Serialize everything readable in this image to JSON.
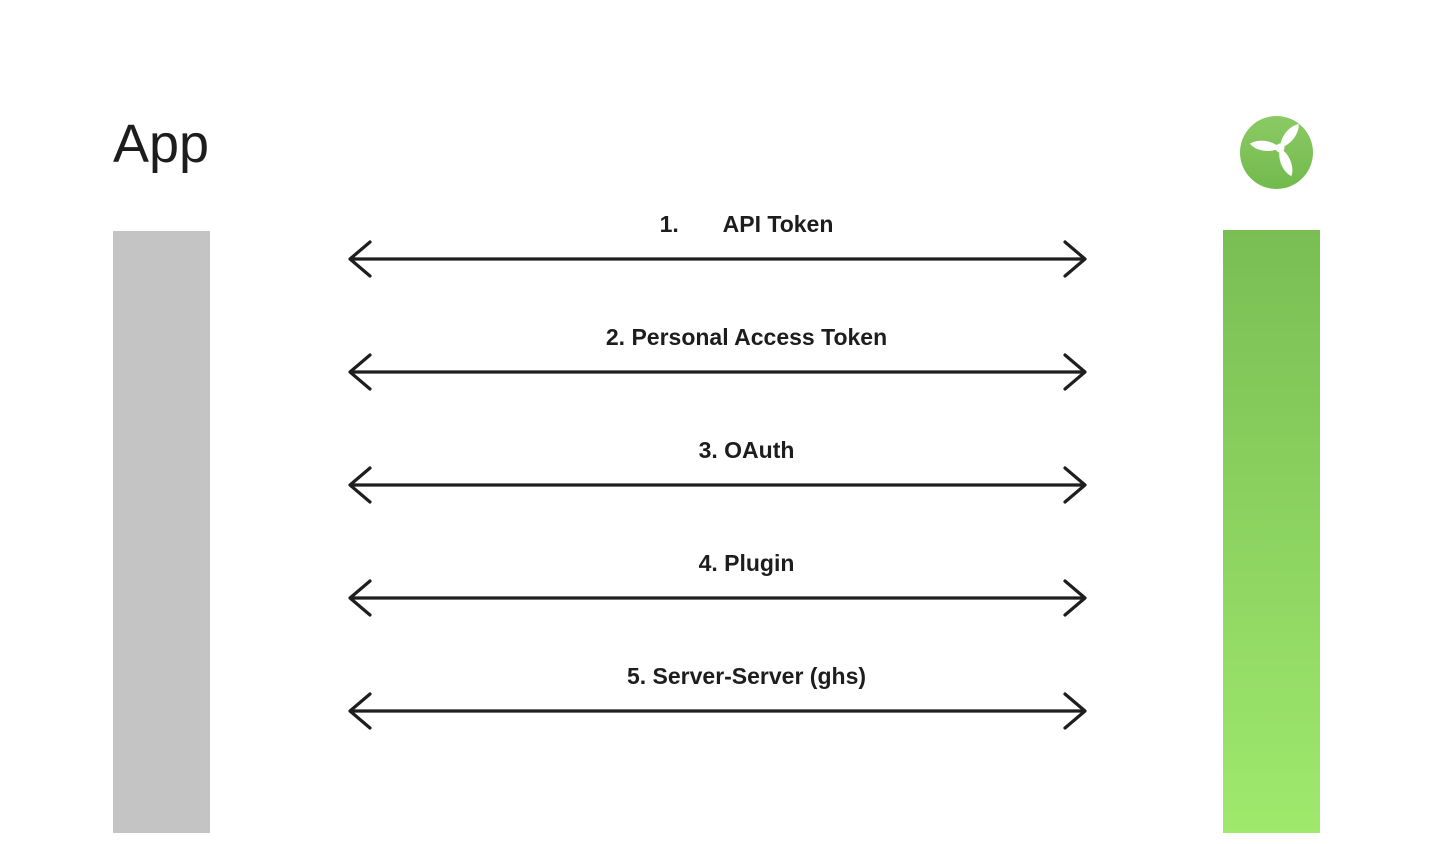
{
  "left_entity": {
    "title": "App",
    "bar_color": "#c4c4c4"
  },
  "right_entity": {
    "logo": "turbine-logo",
    "logo_circle_color_top": "#8bca63",
    "logo_circle_color_bottom": "#72ba4e",
    "bar_gradient_top": "#79be54",
    "bar_gradient_bottom": "#9fe96d"
  },
  "connections": [
    {
      "label": "1.       API Token"
    },
    {
      "label": "2. Personal Access Token"
    },
    {
      "label": "3. OAuth"
    },
    {
      "label": "4. Plugin"
    },
    {
      "label": "5. Server-Server (ghs)"
    }
  ],
  "colors": {
    "ink": "#1d1d1d",
    "arrow": "#1e1e1e",
    "background": "#ffffff"
  }
}
